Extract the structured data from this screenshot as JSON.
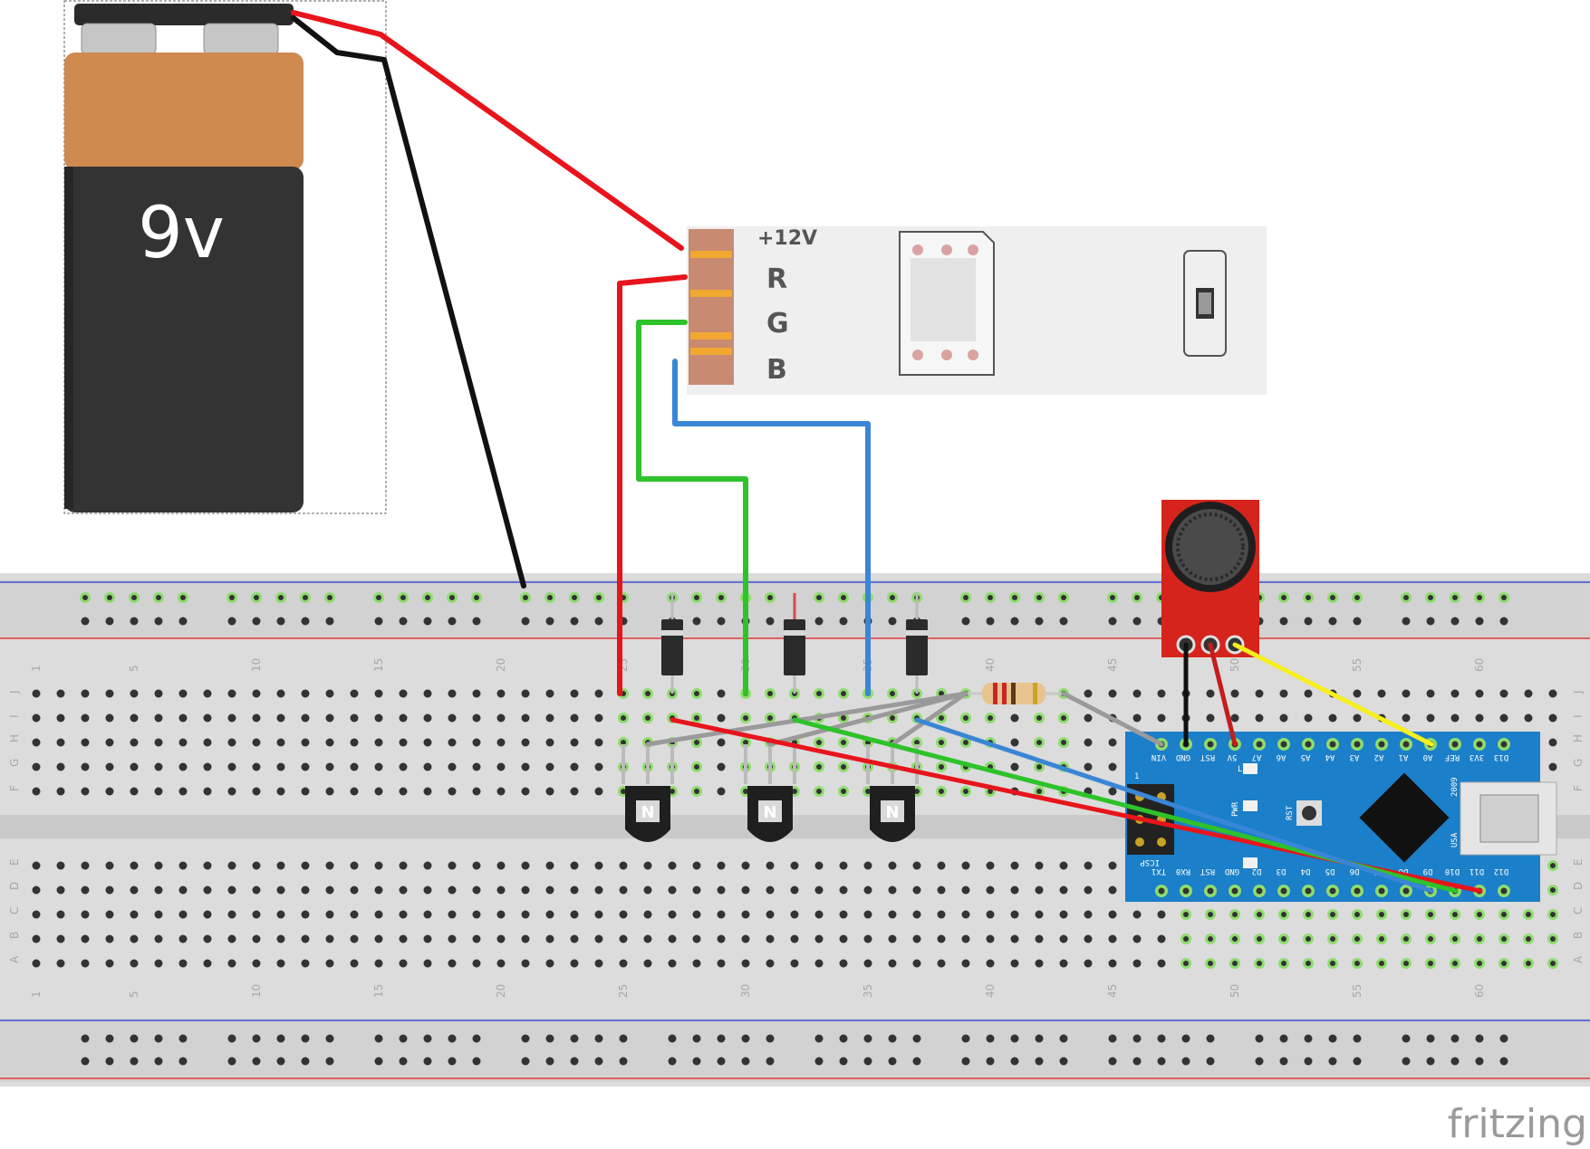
{
  "battery": {
    "label": "9v"
  },
  "led_strip": {
    "labels": [
      "+12V",
      "R",
      "G",
      "B"
    ]
  },
  "breadboard": {
    "column_numbers": [
      "1",
      "5",
      "10",
      "15",
      "20",
      "25",
      "30",
      "35",
      "40",
      "45",
      "50",
      "55",
      "60"
    ],
    "rows_top": [
      "J",
      "I",
      "H",
      "G",
      "F"
    ],
    "rows_bottom": [
      "E",
      "D",
      "C",
      "B",
      "A"
    ]
  },
  "transistors": [
    {
      "label": "N"
    },
    {
      "label": "N"
    },
    {
      "label": "N"
    }
  ],
  "arduino": {
    "top_pins": [
      "VIN",
      "GND",
      "RST",
      "5V",
      "A7",
      "A6",
      "A5",
      "A4",
      "A3",
      "A2",
      "A1",
      "A0",
      "REF",
      "3V3",
      "D13"
    ],
    "bottom_pins": [
      "TX1",
      "RX0",
      "RST",
      "GND",
      "D2",
      "D3",
      "D4",
      "D5",
      "D6",
      "D7",
      "D8",
      "D9",
      "D10",
      "D11",
      "D12"
    ],
    "labels": {
      "icsp": "ICSP",
      "pwr": "PWR",
      "rst": "RST",
      "usa": "USA",
      "year": "2009",
      "l": "L",
      "one": "1"
    }
  },
  "watermark": "fritzing",
  "colors": {
    "wire_red": "#e8141b",
    "wire_black": "#111111",
    "wire_green": "#2ec22b",
    "wire_blue": "#3a86d6",
    "wire_gray": "#9a9a9a",
    "wire_yellow": "#f6ef1c",
    "arduino_blue": "#1b7fc9",
    "mic_red": "#d6241c",
    "battery_copper": "#cf8a50",
    "battery_body": "#333333"
  }
}
